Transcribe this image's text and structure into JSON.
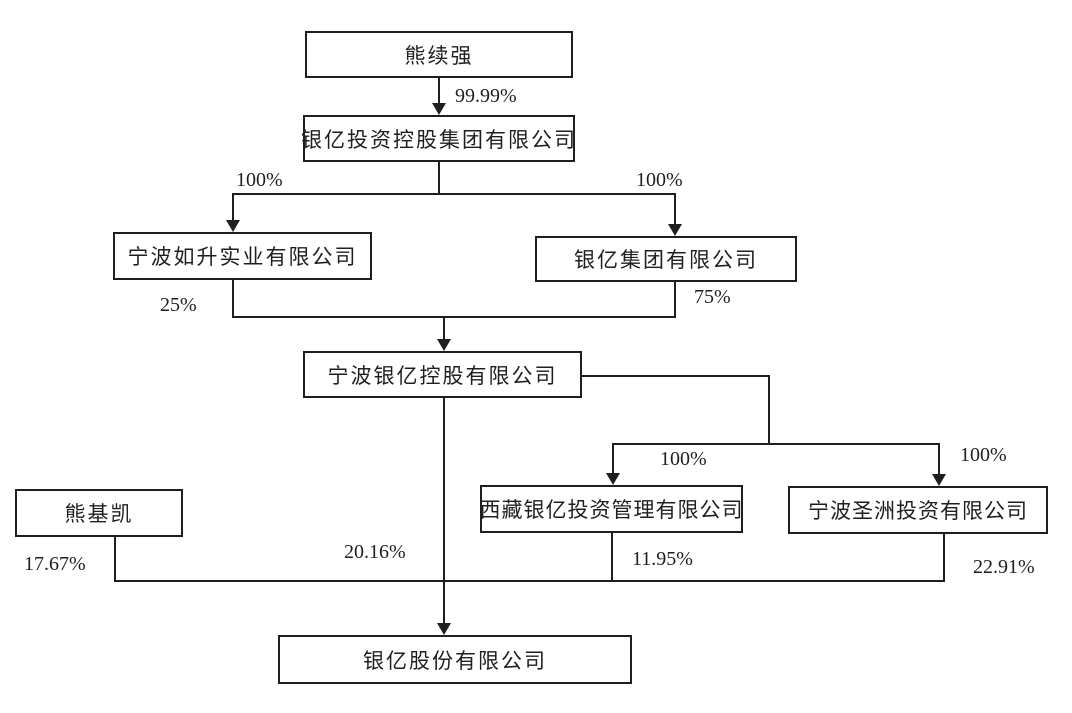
{
  "diagram": {
    "type": "ownership-structure-flowchart",
    "line_color": "#1f1f1f",
    "background_color": "#ffffff",
    "nodes": [
      {
        "id": "xiong-xuqiang",
        "label": "熊续强"
      },
      {
        "id": "yinyi-investment-holding-group",
        "label": "银亿投资控股集团有限公司"
      },
      {
        "id": "ningbo-rusheng-industry",
        "label": "宁波如升实业有限公司"
      },
      {
        "id": "yinyi-group",
        "label": "银亿集团有限公司"
      },
      {
        "id": "ningbo-yinyi-holding",
        "label": "宁波银亿控股有限公司"
      },
      {
        "id": "xiong-jikai",
        "label": "熊基凯"
      },
      {
        "id": "tibet-yinyi-investment-management",
        "label": "西藏银亿投资管理有限公司"
      },
      {
        "id": "ningbo-shengzhou-investment",
        "label": "宁波圣洲投资有限公司"
      },
      {
        "id": "yinyi-shares",
        "label": "银亿股份有限公司"
      }
    ],
    "edges": [
      {
        "from": "熊续强",
        "to": "银亿投资控股集团有限公司",
        "label": "99.99%"
      },
      {
        "from": "银亿投资控股集团有限公司",
        "to": "宁波如升实业有限公司",
        "label": "100%"
      },
      {
        "from": "银亿投资控股集团有限公司",
        "to": "银亿集团有限公司",
        "label": "100%"
      },
      {
        "from": "宁波如升实业有限公司",
        "to": "宁波银亿控股有限公司",
        "label": "25%"
      },
      {
        "from": "银亿集团有限公司",
        "to": "宁波银亿控股有限公司",
        "label": "75%"
      },
      {
        "from": "宁波银亿控股有限公司",
        "to": "西藏银亿投资管理有限公司",
        "label": "100%"
      },
      {
        "from": "宁波银亿控股有限公司",
        "to": "宁波圣洲投资有限公司",
        "label": "100%"
      },
      {
        "from": "熊基凯",
        "to": "银亿股份有限公司",
        "label": "17.67%"
      },
      {
        "from": "宁波银亿控股有限公司",
        "to": "银亿股份有限公司",
        "label": "20.16%"
      },
      {
        "from": "西藏银亿投资管理有限公司",
        "to": "银亿股份有限公司",
        "label": "11.95%"
      },
      {
        "from": "宁波圣洲投资有限公司",
        "to": "银亿股份有限公司",
        "label": "22.91%"
      }
    ]
  }
}
